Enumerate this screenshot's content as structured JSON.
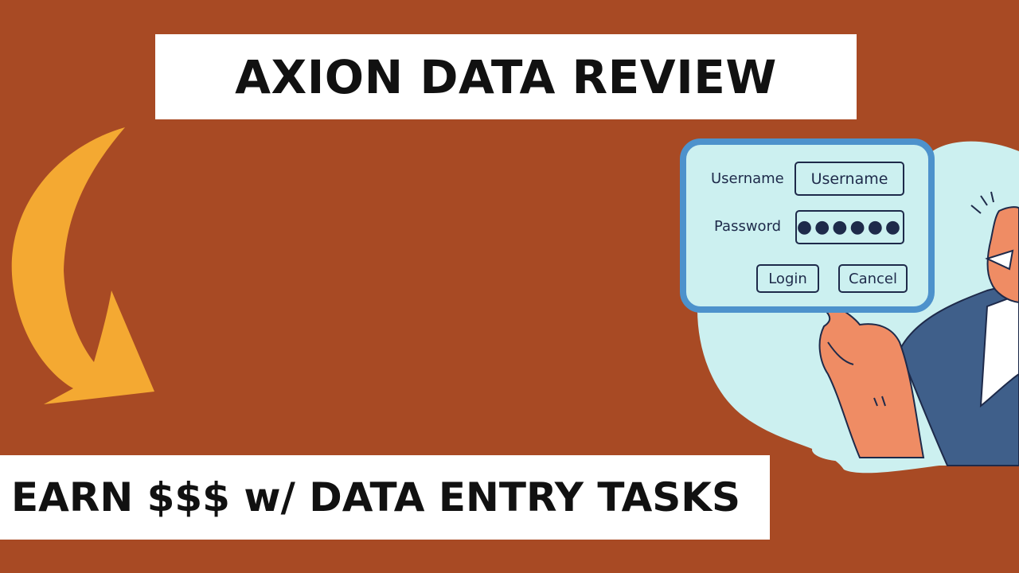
{
  "title": "AXION DATA REVIEW",
  "subtitle": "EARN $$$ w/ DATA ENTRY TASKS",
  "login_form": {
    "username_label": "Username",
    "username_value": "Username",
    "password_label": "Password",
    "password_value": "●●●●●●",
    "login_button": "Login",
    "cancel_button": "Cancel"
  },
  "colors": {
    "background": "#a84a24",
    "arrow": "#f4a932",
    "panel_border": "#4d92cc",
    "panel_fill": "#ccf0f0",
    "skin": "#ef8c64",
    "jacket": "#3f5f8a"
  }
}
